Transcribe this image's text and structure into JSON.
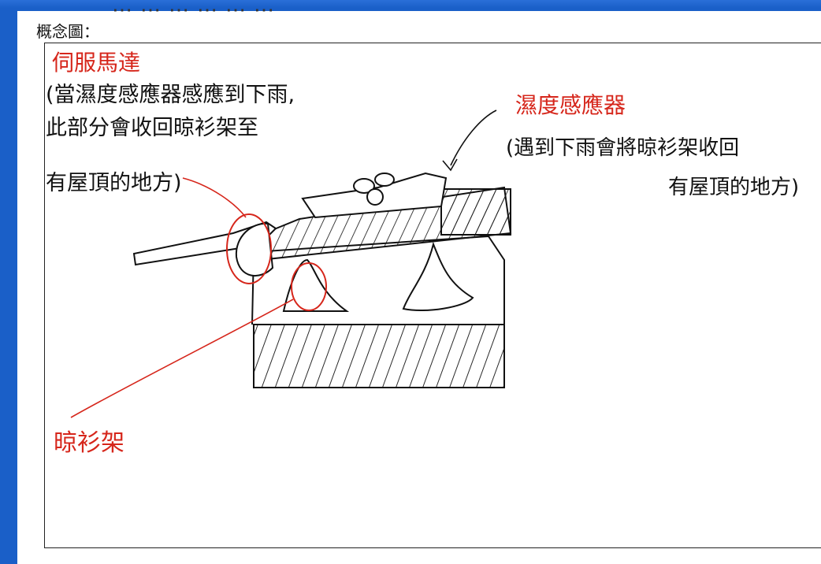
{
  "page": {
    "cut_text": "⋯⋯⋯⋯⋯⋯",
    "heading": "概念圖："
  },
  "labels": {
    "servo_title": "伺服馬達",
    "servo_desc_1": "(當濕度感應器感應到下雨,",
    "servo_desc_2": "此部分會收回晾衫架至",
    "servo_desc_3": "有屋頂的地方)",
    "sensor_title": "濕度感應器",
    "sensor_desc_1": "(遇到下雨會將晾衫架收回",
    "sensor_desc_2": "有屋頂的地方)",
    "rack_title": "晾衫架"
  },
  "colors": {
    "annotation": "#d6261b",
    "ink": "#111111",
    "background": "#1a5fc8"
  }
}
